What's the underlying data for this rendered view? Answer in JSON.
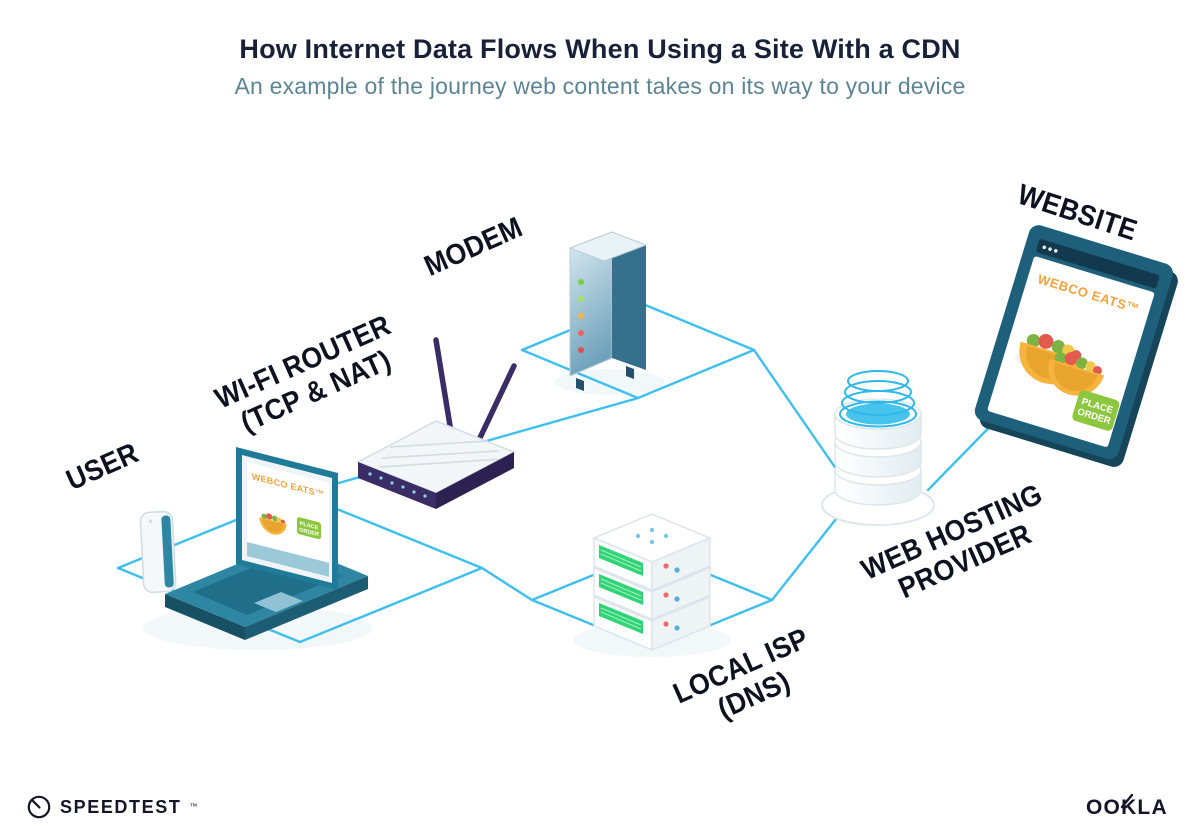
{
  "header": {
    "title": "How Internet Data Flows When Using a Site With a CDN",
    "subtitle": "An example of the journey web content takes on its way to your device"
  },
  "nodes": {
    "user": {
      "label": "USER"
    },
    "wifi_router": {
      "label": "WI-FI ROUTER",
      "sublabel": "(TCP & NAT)"
    },
    "modem": {
      "label": "MODEM"
    },
    "local_isp": {
      "label": "LOCAL ISP",
      "sublabel": "(DNS)"
    },
    "web_hosting": {
      "label": "WEB HOSTING",
      "sublabel": "PROVIDER"
    },
    "website": {
      "label": "WEBSITE"
    }
  },
  "website_window": {
    "brand": "WEBCO EATS™",
    "order_button_line1": "PLACE",
    "order_button_line2": "ORDER"
  },
  "laptop_screen": {
    "brand": "WEBCO EATS™",
    "order_button_line1": "PLACE",
    "order_button_line2": "ORDER"
  },
  "footer": {
    "speedtest_wordmark": "SPEEDTEST",
    "speedtest_tm": "™",
    "ookla_wordmark": "OOKLA"
  },
  "colors": {
    "connection_line": "#3fbfed",
    "title_ink": "#182138",
    "subtitle_teal": "#5d8494",
    "label_ink": "#0e1220",
    "device_teal_dark": "#1d5d73",
    "device_teal": "#2e86a3",
    "router_purple": "#3a2d66",
    "brand_orange": "#f2a23b",
    "order_green": "#8dc63f",
    "server_green": "#2fd474",
    "water_cyan": "#47c4ec"
  }
}
